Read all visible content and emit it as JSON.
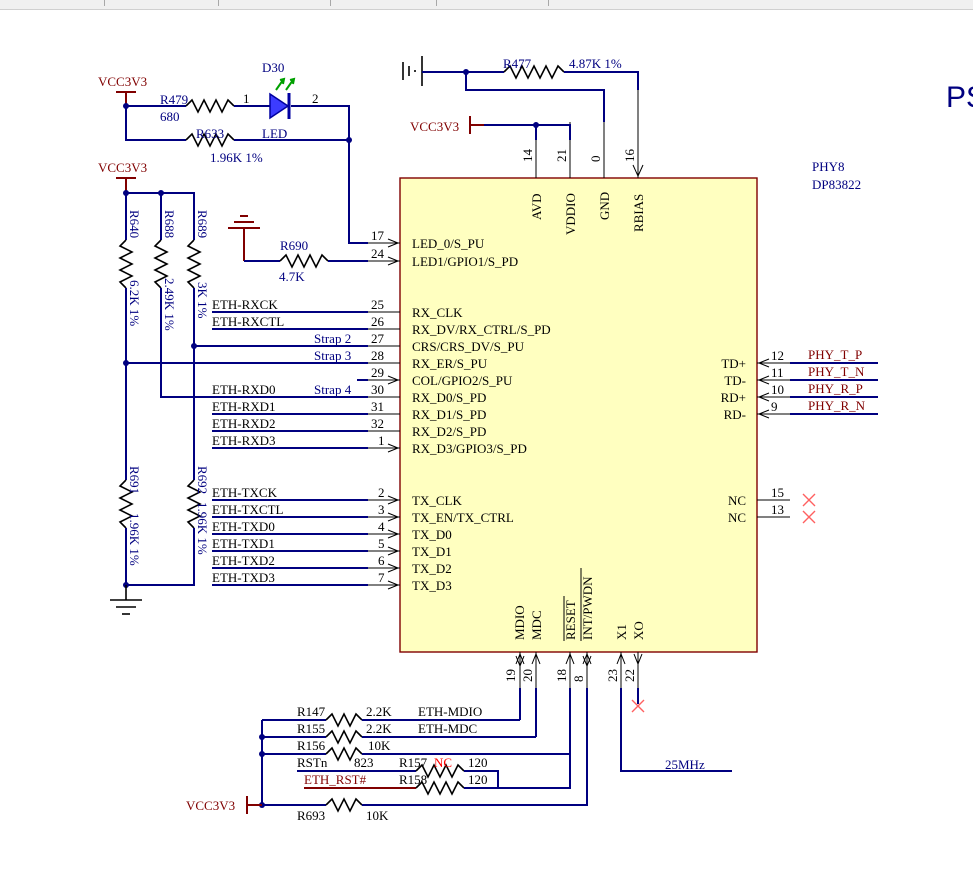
{
  "corner_text": "PS",
  "chip": {
    "designator": "PHY8",
    "part": "DP83822",
    "top_pins": [
      {
        "num": "14",
        "name": "AVD"
      },
      {
        "num": "21",
        "name": "VDDIO"
      },
      {
        "num": "0",
        "name": "GND"
      },
      {
        "num": "16",
        "name": "RBIAS"
      }
    ],
    "left_pins": [
      {
        "num": "17",
        "name": "LED_0/S_PU"
      },
      {
        "num": "24",
        "name": "LED1/GPIO1/S_PD"
      },
      {
        "num": "25",
        "name": "RX_CLK"
      },
      {
        "num": "26",
        "name": "RX_DV/RX_CTRL/S_PD"
      },
      {
        "num": "27",
        "name": "CRS/CRS_DV/S_PU"
      },
      {
        "num": "28",
        "name": "RX_ER/S_PU"
      },
      {
        "num": "29",
        "name": "COL/GPIO2/S_PU"
      },
      {
        "num": "30",
        "name": "RX_D0/S_PD"
      },
      {
        "num": "31",
        "name": "RX_D1/S_PD"
      },
      {
        "num": "32",
        "name": "RX_D2/S_PD"
      },
      {
        "num": "1",
        "name": "RX_D3/GPIO3/S_PD"
      },
      {
        "num": "2",
        "name": "TX_CLK"
      },
      {
        "num": "3",
        "name": "TX_EN/TX_CTRL"
      },
      {
        "num": "4",
        "name": "TX_D0"
      },
      {
        "num": "5",
        "name": "TX_D1"
      },
      {
        "num": "6",
        "name": "TX_D2"
      },
      {
        "num": "7",
        "name": "TX_D3"
      }
    ],
    "right_pins": [
      {
        "num": "12",
        "name": "TD+"
      },
      {
        "num": "11",
        "name": "TD-"
      },
      {
        "num": "10",
        "name": "RD+"
      },
      {
        "num": "9",
        "name": "RD-"
      },
      {
        "num": "15",
        "name": "NC"
      },
      {
        "num": "13",
        "name": "NC"
      }
    ],
    "bottom_pins": [
      {
        "num": "19",
        "name": "MDIO"
      },
      {
        "num": "20",
        "name": "MDC"
      },
      {
        "num": "18",
        "name": "RESET"
      },
      {
        "num": "8",
        "name": "INT/PWDN"
      },
      {
        "num": "23",
        "name": "X1"
      },
      {
        "num": "22",
        "name": "XO"
      }
    ]
  },
  "nets": {
    "vcc": "VCC3V3",
    "left_labels": [
      "ETH-RXCK",
      "ETH-RXCTL",
      "ETH-RXD0",
      "ETH-RXD1",
      "ETH-RXD2",
      "ETH-RXD3",
      "ETH-TXCK",
      "ETH-TXCTL",
      "ETH-TXD0",
      "ETH-TXD1",
      "ETH-TXD2",
      "ETH-TXD3"
    ],
    "straps": [
      "Strap 2",
      "Strap 3",
      "Strap 4"
    ],
    "right_labels": [
      "PHY_T_P",
      "PHY_T_N",
      "PHY_R_P",
      "PHY_R_N"
    ],
    "bottom_labels": [
      "ETH-MDIO",
      "ETH-MDC"
    ],
    "rst_label": "ETH_RST#",
    "rstn": "RSTn",
    "clock": "25MHz"
  },
  "components": {
    "led": {
      "ref": "D30",
      "type": "LED",
      "pin1": "1",
      "pin2": "2"
    },
    "r479": {
      "ref": "R479",
      "value": "680"
    },
    "r633": {
      "ref": "R633",
      "value": "1.96K 1%"
    },
    "r477": {
      "ref": "R477",
      "value": "4.87K 1%"
    },
    "r690": {
      "ref": "R690",
      "value": "4.7K"
    },
    "r640": {
      "ref": "R640",
      "value": "6.2K 1%"
    },
    "r688": {
      "ref": "R688",
      "value": "2.49K 1%"
    },
    "r689": {
      "ref": "R689",
      "value": "3K 1%"
    },
    "r691": {
      "ref": "R691",
      "value": "1.96K 1%"
    },
    "r692": {
      "ref": "R692",
      "value": "1.96K 1%"
    },
    "r147": {
      "ref": "R147",
      "value": "2.2K"
    },
    "r155": {
      "ref": "R155",
      "value": "2.2K"
    },
    "r156": {
      "ref": "R156",
      "value": "10K"
    },
    "r157": {
      "ref": "R157",
      "value": "120",
      "note": "NC"
    },
    "r158": {
      "ref": "R158",
      "value": "120"
    },
    "r693": {
      "ref": "R693",
      "value": "10K"
    },
    "r823": {
      "value": "823"
    }
  }
}
